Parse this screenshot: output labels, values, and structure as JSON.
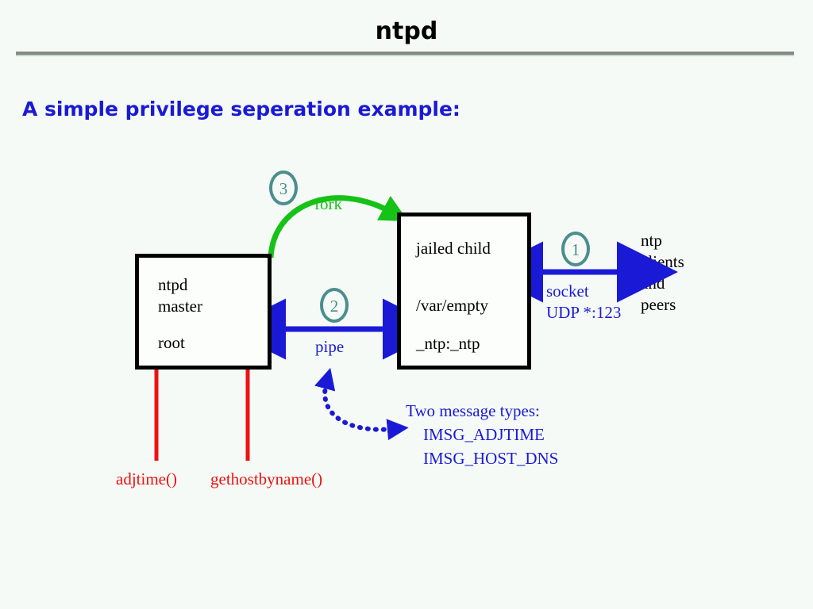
{
  "slide": {
    "title": "ntpd",
    "subtitle": "A simple privilege seperation example:"
  },
  "colors": {
    "background": "#f5faf6",
    "title_text": "#000000",
    "rule": "#7f8c80",
    "subtitle_blue": "#1a1ad6",
    "arrow_blue": "#1a1ad6",
    "fork_green": "#17c217",
    "syscall_red": "#ee1111",
    "badge_teal": "#4a8e8e",
    "box_border": "#000000"
  },
  "boxes": [
    {
      "id": "master",
      "name": "ntpd-master-box",
      "lines": [
        "ntpd",
        "master",
        "root"
      ]
    },
    {
      "id": "child",
      "name": "jailed-child-box",
      "lines": [
        "jailed child",
        "/var/empty",
        "_ntp:_ntp"
      ]
    }
  ],
  "badges": [
    {
      "id": "1",
      "label": "1"
    },
    {
      "id": "2",
      "label": "2"
    },
    {
      "id": "3",
      "label": "3"
    }
  ],
  "edges": {
    "fork": {
      "label": "fork",
      "color": "#17c217",
      "step": "3",
      "style": "curved-arrow"
    },
    "pipe": {
      "label": "pipe",
      "color": "#1a1ad6",
      "step": "2",
      "style": "double-arrow"
    },
    "socket": {
      "label_line1": "socket",
      "label_line2": "UDP *:123",
      "color": "#1a1ad6",
      "step": "1",
      "style": "double-arrow"
    },
    "message_pointer": {
      "style": "dotted-curved-arrow",
      "color": "#1a1ad6"
    }
  },
  "syscalls": [
    {
      "label": "adjtime()"
    },
    {
      "label": "gethostbyname()"
    }
  ],
  "clients": {
    "lines": [
      "ntp",
      "clients",
      "and",
      "peers"
    ]
  },
  "messages": {
    "heading": "Two message types:",
    "items": [
      "IMSG_ADJTIME",
      "IMSG_HOST_DNS"
    ]
  }
}
